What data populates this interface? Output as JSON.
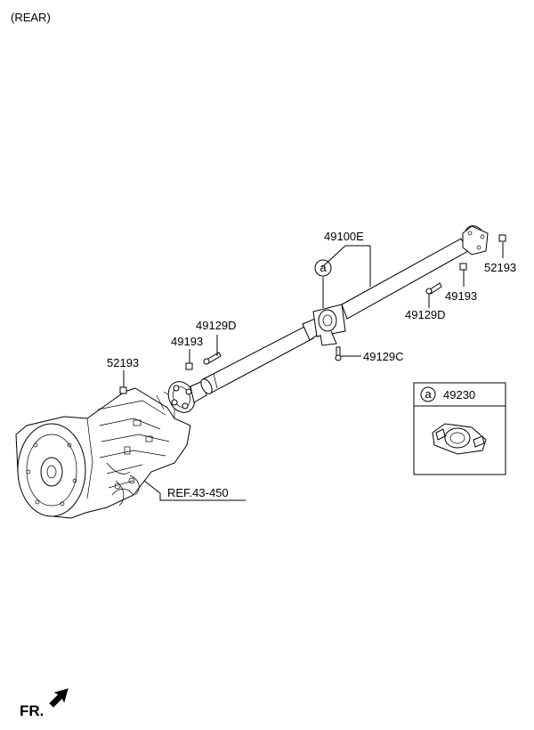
{
  "header": {
    "view_label": "(REAR)"
  },
  "callouts": {
    "shaft_assembly": "49100E",
    "bolt_front": "49129D",
    "nut_front": "49193",
    "bolt_rear": "49129D",
    "nut_rear": "49193",
    "bolt_center": "49129C",
    "pin_front": "52193",
    "pin_rear": "52193",
    "reference": "REF.43-450"
  },
  "detail_box": {
    "marker": "a",
    "part_number": "49230"
  },
  "shaft_marker": "a",
  "footer": {
    "direction_label": "FR."
  }
}
